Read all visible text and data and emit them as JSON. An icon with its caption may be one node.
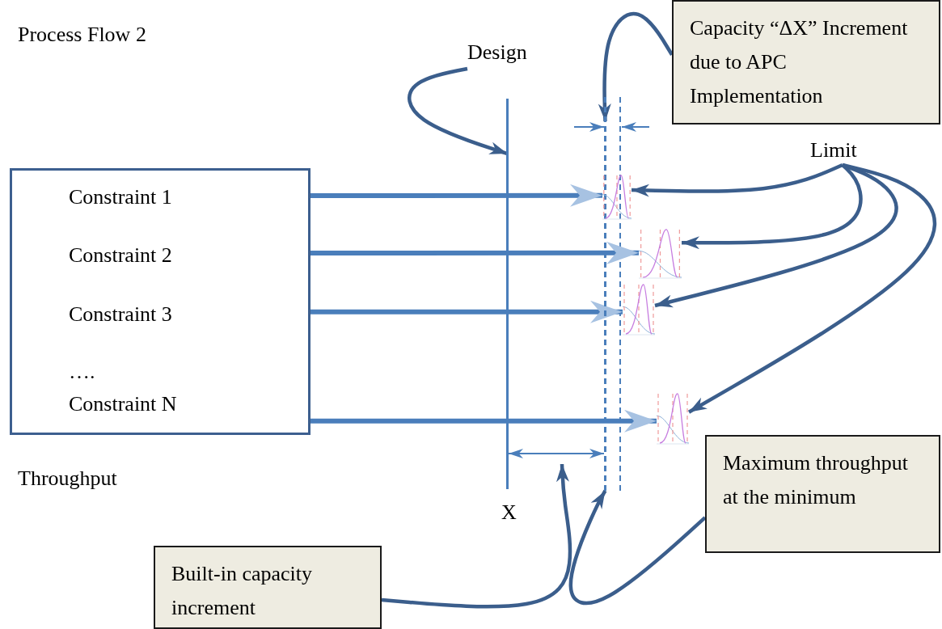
{
  "diagram": {
    "nodes": [
      {
        "text": [
          "Design"
        ]
      },
      {
        "text": [],
        "shape": "bar",
        "beside": [
          "X"
        ]
      },
      {
        "text": [
          "Capacity “ΔX” Increment due to APC Implementation"
        ]
      },
      {
        "text": [],
        "shape": "bar"
      },
      {
        "text": [
          "Limit"
        ]
      },
      {
        "text": [
          "Constraint 1",
          "Constraint 2",
          "Constraint 3",
          "….",
          "Constraint N"
        ]
      },
      {
        "text": [],
        "shape": "picture"
      },
      {
        "text": [],
        "shape": "picture"
      },
      {
        "text": [],
        "shape": "picture"
      },
      {
        "text": [],
        "shape": "picture"
      },
      {
        "text": [
          "Built-in capacity increment"
        ]
      },
      {
        "text": [
          "Maximum throughput at the minimum"
        ]
      }
    ],
    "edges": [
      {
        "from": 0,
        "to": 1,
        "arrow": "to"
      },
      {
        "from": 2,
        "to": 3,
        "arrow": "to"
      },
      {
        "from": 4,
        "to": 6,
        "arrow": "to"
      },
      {
        "from": 4,
        "to": 7,
        "arrow": "to"
      },
      {
        "from": 4,
        "to": 8,
        "arrow": "to"
      },
      {
        "from": 4,
        "to": 9,
        "arrow": "to"
      },
      {
        "from": 5,
        "to": 6,
        "arrow": "to",
        "color": "#4a7ebb"
      },
      {
        "from": 5,
        "to": 7,
        "arrow": "to",
        "color": "#4a7ebb"
      },
      {
        "from": 5,
        "to": 8,
        "arrow": "to",
        "color": "#4a7ebb"
      },
      {
        "from": 5,
        "to": 9,
        "arrow": "to",
        "color": "#4a7ebb"
      },
      {
        "from": 10,
        "to": null,
        "arrow": "to"
      },
      {
        "from": 11,
        "to": 3,
        "arrow": "to"
      },
      {
        "from": 1,
        "to": 3,
        "arrow": "both",
        "color": "#4a7ebb"
      }
    ],
    "labels": [
      "Process Flow 2",
      "Throughput"
    ]
  }
}
